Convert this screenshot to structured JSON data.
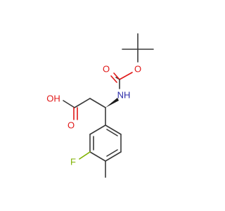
{
  "molecule": {
    "atom_labels": {
      "hydroxyl": "OH",
      "acid_carbonyl_o": "O",
      "amine": "NH",
      "boc_carbonyl_o": "O",
      "boc_ether_o": "O",
      "fluorine": "F"
    },
    "colors": {
      "bond": "#3a3a3a",
      "oxygen": "#e01818",
      "nitrogen": "#2a2aa8",
      "fluorine": "#7fb200"
    },
    "stereocenter": "wedged"
  }
}
